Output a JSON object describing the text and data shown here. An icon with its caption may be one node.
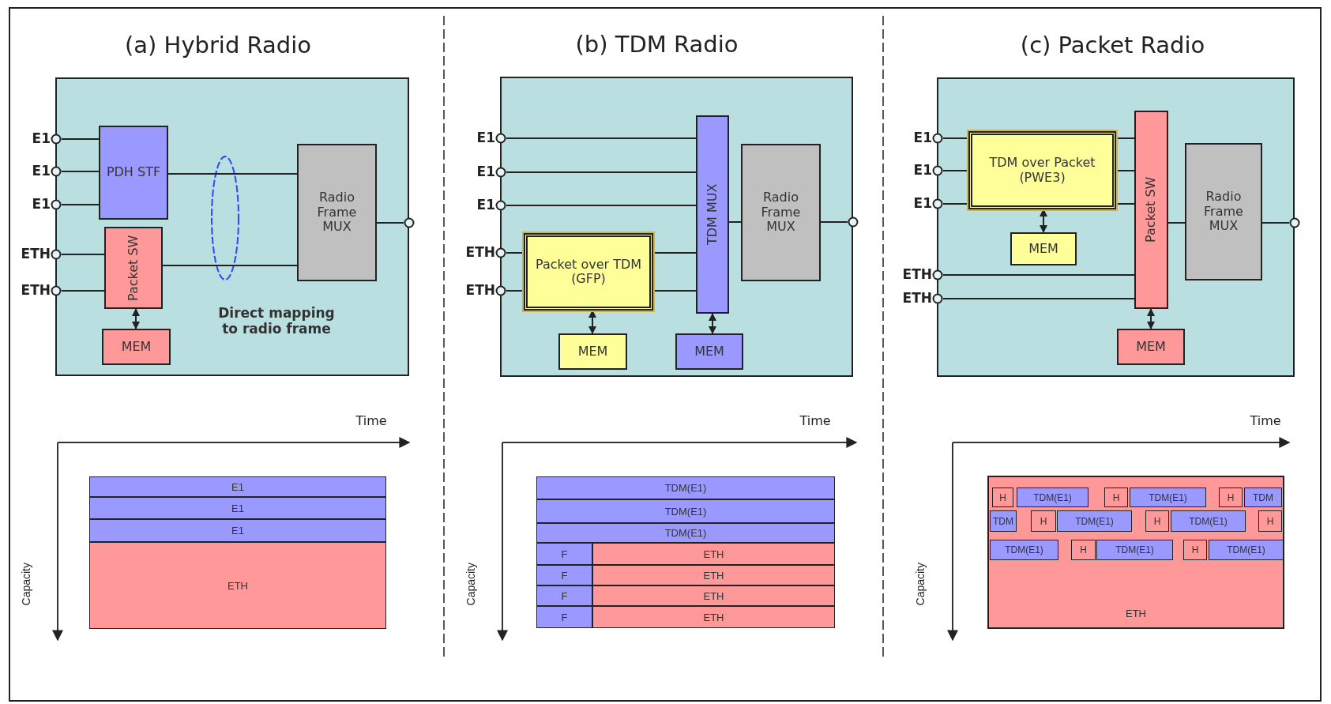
{
  "diagram": {
    "nodes": [
      {
        "text": [
          "(a) Hybrid Radio"
        ]
      },
      {
        "text": [
          "E1"
        ]
      },
      {
        "text": [
          "E1"
        ]
      },
      {
        "text": [
          "E1"
        ]
      },
      {
        "text": [
          "ETH"
        ]
      },
      {
        "text": [
          "ETH"
        ]
      },
      {
        "text": [
          "PDH STF"
        ],
        "in": 0
      },
      {
        "text": [
          "Packet SW"
        ],
        "in": 0
      },
      {
        "text": [
          "MEM"
        ],
        "in": 0
      },
      {
        "text": [
          "Radio Frame MUX"
        ],
        "in": 0
      },
      {
        "text": [],
        "shape": "circle"
      },
      {
        "text": [
          "(b) TDM Radio"
        ]
      },
      {
        "text": [
          "E1"
        ]
      },
      {
        "text": [
          "E1"
        ]
      },
      {
        "text": [
          "E1"
        ]
      },
      {
        "text": [
          "ETH"
        ]
      },
      {
        "text": [
          "ETH"
        ]
      },
      {
        "text": [
          "TDM MUX"
        ],
        "in": 11
      },
      {
        "text": [
          "Radio Frame MUX"
        ],
        "in": 11
      },
      {
        "text": [
          "Packet over TDM (GFP)"
        ],
        "in": 11
      },
      {
        "text": [
          "MEM"
        ],
        "in": 11
      },
      {
        "text": [
          "MEM"
        ],
        "in": 11
      },
      {
        "text": [],
        "shape": "circle"
      },
      {
        "text": [
          "(c) Packet Radio"
        ]
      },
      {
        "text": [
          "E1"
        ]
      },
      {
        "text": [
          "E1"
        ]
      },
      {
        "text": [
          "E1"
        ]
      },
      {
        "text": [
          "ETH"
        ]
      },
      {
        "text": [
          "ETH"
        ]
      },
      {
        "text": [
          "TDM over Packet (PWE3)"
        ],
        "in": 23
      },
      {
        "text": [
          "MEM"
        ],
        "in": 23
      },
      {
        "text": [
          "Packet SW"
        ],
        "in": 23
      },
      {
        "text": [
          "Radio Frame MUX"
        ],
        "in": 23
      },
      {
        "text": [
          "MEM"
        ],
        "in": 23
      },
      {
        "text": [],
        "shape": "circle"
      },
      {
        "text": [
          "E1"
        ]
      },
      {
        "text": [
          "E1"
        ]
      },
      {
        "text": [
          "E1"
        ]
      },
      {
        "text": [
          "ETH"
        ]
      },
      {
        "text": [
          "TDM(E1)"
        ]
      },
      {
        "text": [
          "TDM(E1)"
        ]
      },
      {
        "text": [
          "TDM(E1)"
        ]
      },
      {
        "text": [
          "F"
        ]
      },
      {
        "text": [
          "ETH"
        ]
      },
      {
        "text": [
          "F"
        ]
      },
      {
        "text": [
          "ETH"
        ]
      },
      {
        "text": [
          "F"
        ]
      },
      {
        "text": [
          "ETH"
        ]
      },
      {
        "text": [
          "F"
        ]
      },
      {
        "text": [
          "ETH"
        ]
      },
      {
        "text": [
          "ETH"
        ]
      },
      {
        "text": [
          "H"
        ],
        "in": 50
      },
      {
        "text": [
          "TDM(E1)"
        ],
        "in": 50
      },
      {
        "text": [
          "H"
        ],
        "in": 50
      },
      {
        "text": [
          "TDM(E1)"
        ],
        "in": 50
      },
      {
        "text": [
          "H"
        ],
        "in": 50
      },
      {
        "text": [
          "TDM"
        ],
        "in": 50
      },
      {
        "text": [
          "TDM"
        ],
        "in": 50
      },
      {
        "text": [
          "H"
        ],
        "in": 50
      },
      {
        "text": [
          "TDM(E1)"
        ],
        "in": 50
      },
      {
        "text": [
          "H"
        ],
        "in": 50
      },
      {
        "text": [
          "TDM(E1)"
        ],
        "in": 50
      },
      {
        "text": [
          "H"
        ],
        "in": 50
      },
      {
        "text": [
          "TDM(E1)"
        ],
        "in": 50
      },
      {
        "text": [
          "H"
        ],
        "in": 50
      },
      {
        "text": [
          "TDM(E1)"
        ],
        "in": 50
      },
      {
        "text": [
          "H"
        ],
        "in": 50
      },
      {
        "text": [
          "TDM(E1)"
        ],
        "in": 50
      }
    ],
    "edges": [
      {
        "from": 1,
        "to": 6,
        "arrow": "none"
      },
      {
        "from": 2,
        "to": 6,
        "arrow": "none"
      },
      {
        "from": 3,
        "to": 6,
        "arrow": "none"
      },
      {
        "from": 4,
        "to": 7,
        "arrow": "none"
      },
      {
        "from": 5,
        "to": 7,
        "arrow": "none"
      },
      {
        "from": 6,
        "to": 9,
        "arrow": "none"
      },
      {
        "from": 7,
        "to": 9,
        "arrow": "none"
      },
      {
        "from": 7,
        "to": 8,
        "arrow": "both"
      },
      {
        "from": 9,
        "to": 10,
        "arrow": "none"
      },
      {
        "from": 12,
        "to": 17,
        "arrow": "none"
      },
      {
        "from": 13,
        "to": 17,
        "arrow": "none"
      },
      {
        "from": 14,
        "to": 17,
        "arrow": "none"
      },
      {
        "from": 15,
        "to": 19,
        "arrow": "none"
      },
      {
        "from": 16,
        "to": 19,
        "arrow": "none"
      },
      {
        "from": 19,
        "to": 17,
        "arrow": "none"
      },
      {
        "from": 19,
        "to": 17,
        "arrow": "none"
      },
      {
        "from": 17,
        "to": 18,
        "arrow": "none"
      },
      {
        "from": 19,
        "to": 20,
        "arrow": "both"
      },
      {
        "from": 17,
        "to": 21,
        "arrow": "both"
      },
      {
        "from": 18,
        "to": 22,
        "arrow": "none"
      },
      {
        "from": 24,
        "to": 29,
        "arrow": "none"
      },
      {
        "from": 25,
        "to": 29,
        "arrow": "none"
      },
      {
        "from": 26,
        "to": 29,
        "arrow": "none"
      },
      {
        "from": 29,
        "to": 31,
        "arrow": "none"
      },
      {
        "from": 29,
        "to": 31,
        "arrow": "none"
      },
      {
        "from": 29,
        "to": 31,
        "arrow": "none"
      },
      {
        "from": 27,
        "to": 31,
        "arrow": "none"
      },
      {
        "from": 28,
        "to": 31,
        "arrow": "none"
      },
      {
        "from": 31,
        "to": 32,
        "arrow": "none"
      },
      {
        "from": 29,
        "to": 30,
        "arrow": "both"
      },
      {
        "from": 31,
        "to": 33,
        "arrow": "both"
      },
      {
        "from": 32,
        "to": 34,
        "arrow": "none"
      }
    ],
    "labels": [
      "Direct mapping to radio frame",
      "Time",
      "Capacity",
      "Time",
      "Capacity",
      "Time",
      "Capacity"
    ]
  }
}
